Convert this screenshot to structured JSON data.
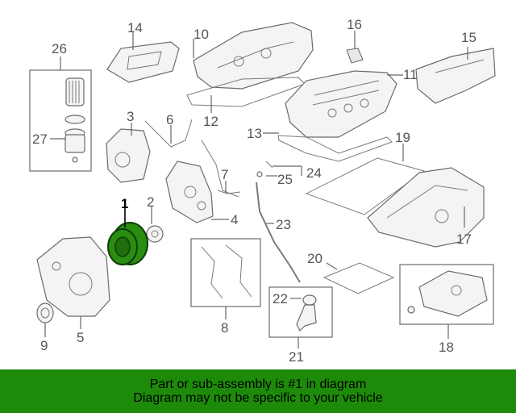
{
  "callouts": {
    "c1": "1",
    "c2": "2",
    "c3": "3",
    "c4": "4",
    "c5": "5",
    "c6": "6",
    "c7": "7",
    "c8": "8",
    "c9": "9",
    "c10": "10",
    "c11": "11",
    "c12": "12",
    "c13": "13",
    "c14": "14",
    "c15": "15",
    "c16": "16",
    "c17": "17",
    "c18": "18",
    "c19": "19",
    "c20": "20",
    "c21": "21",
    "c22": "22",
    "c23": "23",
    "c24": "24",
    "c25": "25",
    "c26": "26",
    "c27": "27"
  },
  "notice": {
    "line1": "Part or sub-assembly is #1 in diagram",
    "line2": "Diagram may not be specific to your vehicle"
  },
  "colors": {
    "banner": "#1d8a0a",
    "highlight_part": "#2a8d12"
  }
}
